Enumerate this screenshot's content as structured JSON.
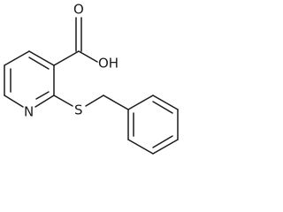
{
  "structure": {
    "labels": {
      "nitrogen": "N",
      "sulfur": "S",
      "hydroxyl": "OH",
      "carbonyl_oxygen": "O"
    }
  }
}
